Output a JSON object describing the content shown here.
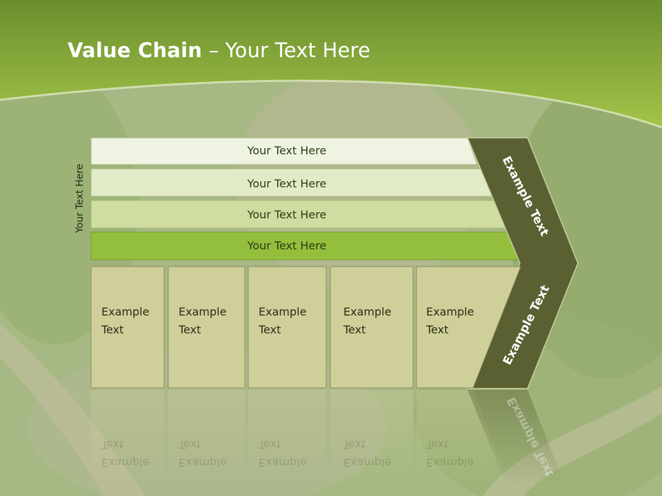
{
  "title": {
    "bold": "Value Chain",
    "rest": " – Your Text Here"
  },
  "side_label": "Your Text Here",
  "bars": [
    {
      "label": "Your Text Here",
      "color": "#eef3e2"
    },
    {
      "label": "Your Text Here",
      "color": "#e2ebc8"
    },
    {
      "label": "Your Text Here",
      "color": "#cfdea0"
    },
    {
      "label": "Your Text Here",
      "color": "#94bf3c"
    }
  ],
  "boxes": [
    {
      "text": "Example\nText"
    },
    {
      "text": "Example\nText"
    },
    {
      "text": "Example\nText"
    },
    {
      "text": "Example\nText"
    },
    {
      "text": "Example\nText"
    }
  ],
  "chevron": {
    "top_label": "Example Text",
    "bottom_label": "Example Text",
    "color": "#5a6032"
  },
  "colors": {
    "header_green": "#7fa83a",
    "box_fill": "#cfcf9a"
  }
}
